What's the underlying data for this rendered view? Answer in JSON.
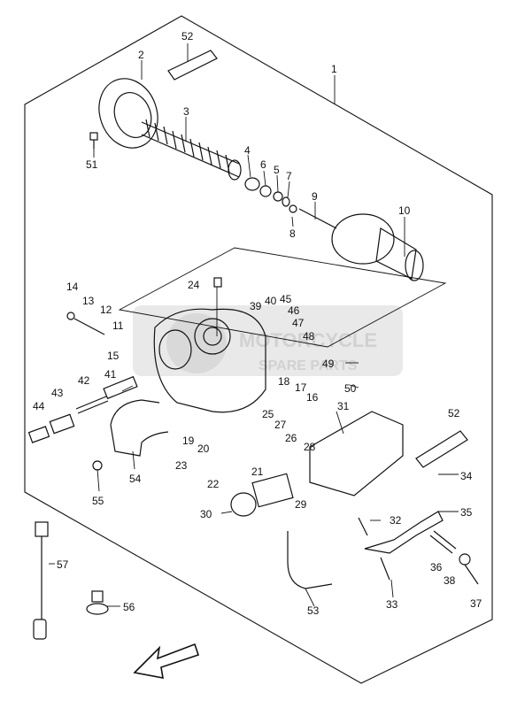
{
  "parts": {
    "p1": "1",
    "p2": "2",
    "p3": "3",
    "p4": "4",
    "p5": "5",
    "p6": "6",
    "p7": "7",
    "p8": "8",
    "p9": "9",
    "p10": "10",
    "p11": "11",
    "p12": "12",
    "p13": "13",
    "p14": "14",
    "p15": "15",
    "p16": "16",
    "p17": "17",
    "p18": "18",
    "p19": "19",
    "p20": "20",
    "p21": "21",
    "p22": "22",
    "p23": "23",
    "p24": "24",
    "p25": "25",
    "p26": "26",
    "p27": "27",
    "p28": "28",
    "p29": "29",
    "p30": "30",
    "p31": "31",
    "p32": "32",
    "p33": "33",
    "p34": "34",
    "p35": "35",
    "p36": "36",
    "p37": "37",
    "p38": "38",
    "p39": "39",
    "p40": "40",
    "p41": "41",
    "p42": "42",
    "p43": "43",
    "p44": "44",
    "p45": "45",
    "p46": "46",
    "p47": "47",
    "p48": "48",
    "p49": "49",
    "p50": "50",
    "p51": "51",
    "p52a": "52",
    "p52b": "52",
    "p53": "53",
    "p54": "54",
    "p55": "55",
    "p56": "56",
    "p57": "57"
  },
  "watermark": {
    "brand_line1": "MOTORCYCLE",
    "brand_line2": "SPARE PARTS"
  },
  "colors": {
    "line": "#111111",
    "watermark": "#c9c9c9",
    "background": "#ffffff"
  },
  "icons": {
    "direction": "front-arrow-icon"
  }
}
